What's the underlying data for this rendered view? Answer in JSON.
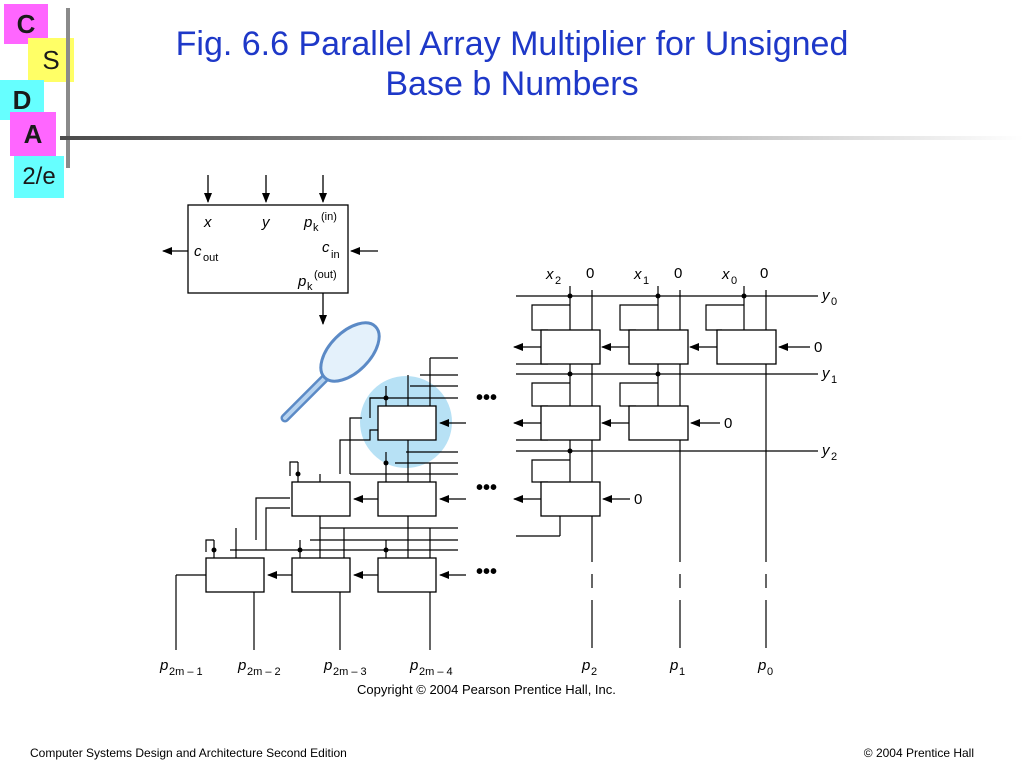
{
  "logo": {
    "letter_c": "C",
    "letter_s": "S",
    "letter_d": "D",
    "letter_a": "A",
    "edition": "2/e"
  },
  "slide": {
    "title_line1": "Fig. 6.6  Parallel Array Multiplier for Unsigned",
    "title_line2": "Base b Numbers"
  },
  "cell_legend": {
    "x": "x",
    "y": "y",
    "p": "p",
    "k": "k",
    "in": "(in)",
    "out": "(out)",
    "c": "c",
    "cout_sub": "out",
    "cin_sub": "in"
  },
  "inputs": {
    "x2": "x",
    "x2_sub": "2",
    "x1": "x",
    "x1_sub": "1",
    "x0": "x",
    "x0_sub": "0",
    "zero": "0"
  },
  "rows": {
    "y": "y",
    "y0_sub": "0",
    "y1_sub": "1",
    "y2_sub": "2",
    "zero": "0",
    "ellipsis": "•••"
  },
  "outputs": {
    "p": "p",
    "p2m1_sub": "2m – 1",
    "p2m2_sub": "2m – 2",
    "p2m3_sub": "2m – 3",
    "p2m4_sub": "2m – 4",
    "p2_sub": "2",
    "p1_sub": "1",
    "p0_sub": "0"
  },
  "copyright": "Copyright © 2004 Pearson Prentice Hall, Inc.",
  "footer": {
    "left": "Computer Systems Design and Architecture Second Edition",
    "right": "© 2004 Prentice Hall"
  }
}
